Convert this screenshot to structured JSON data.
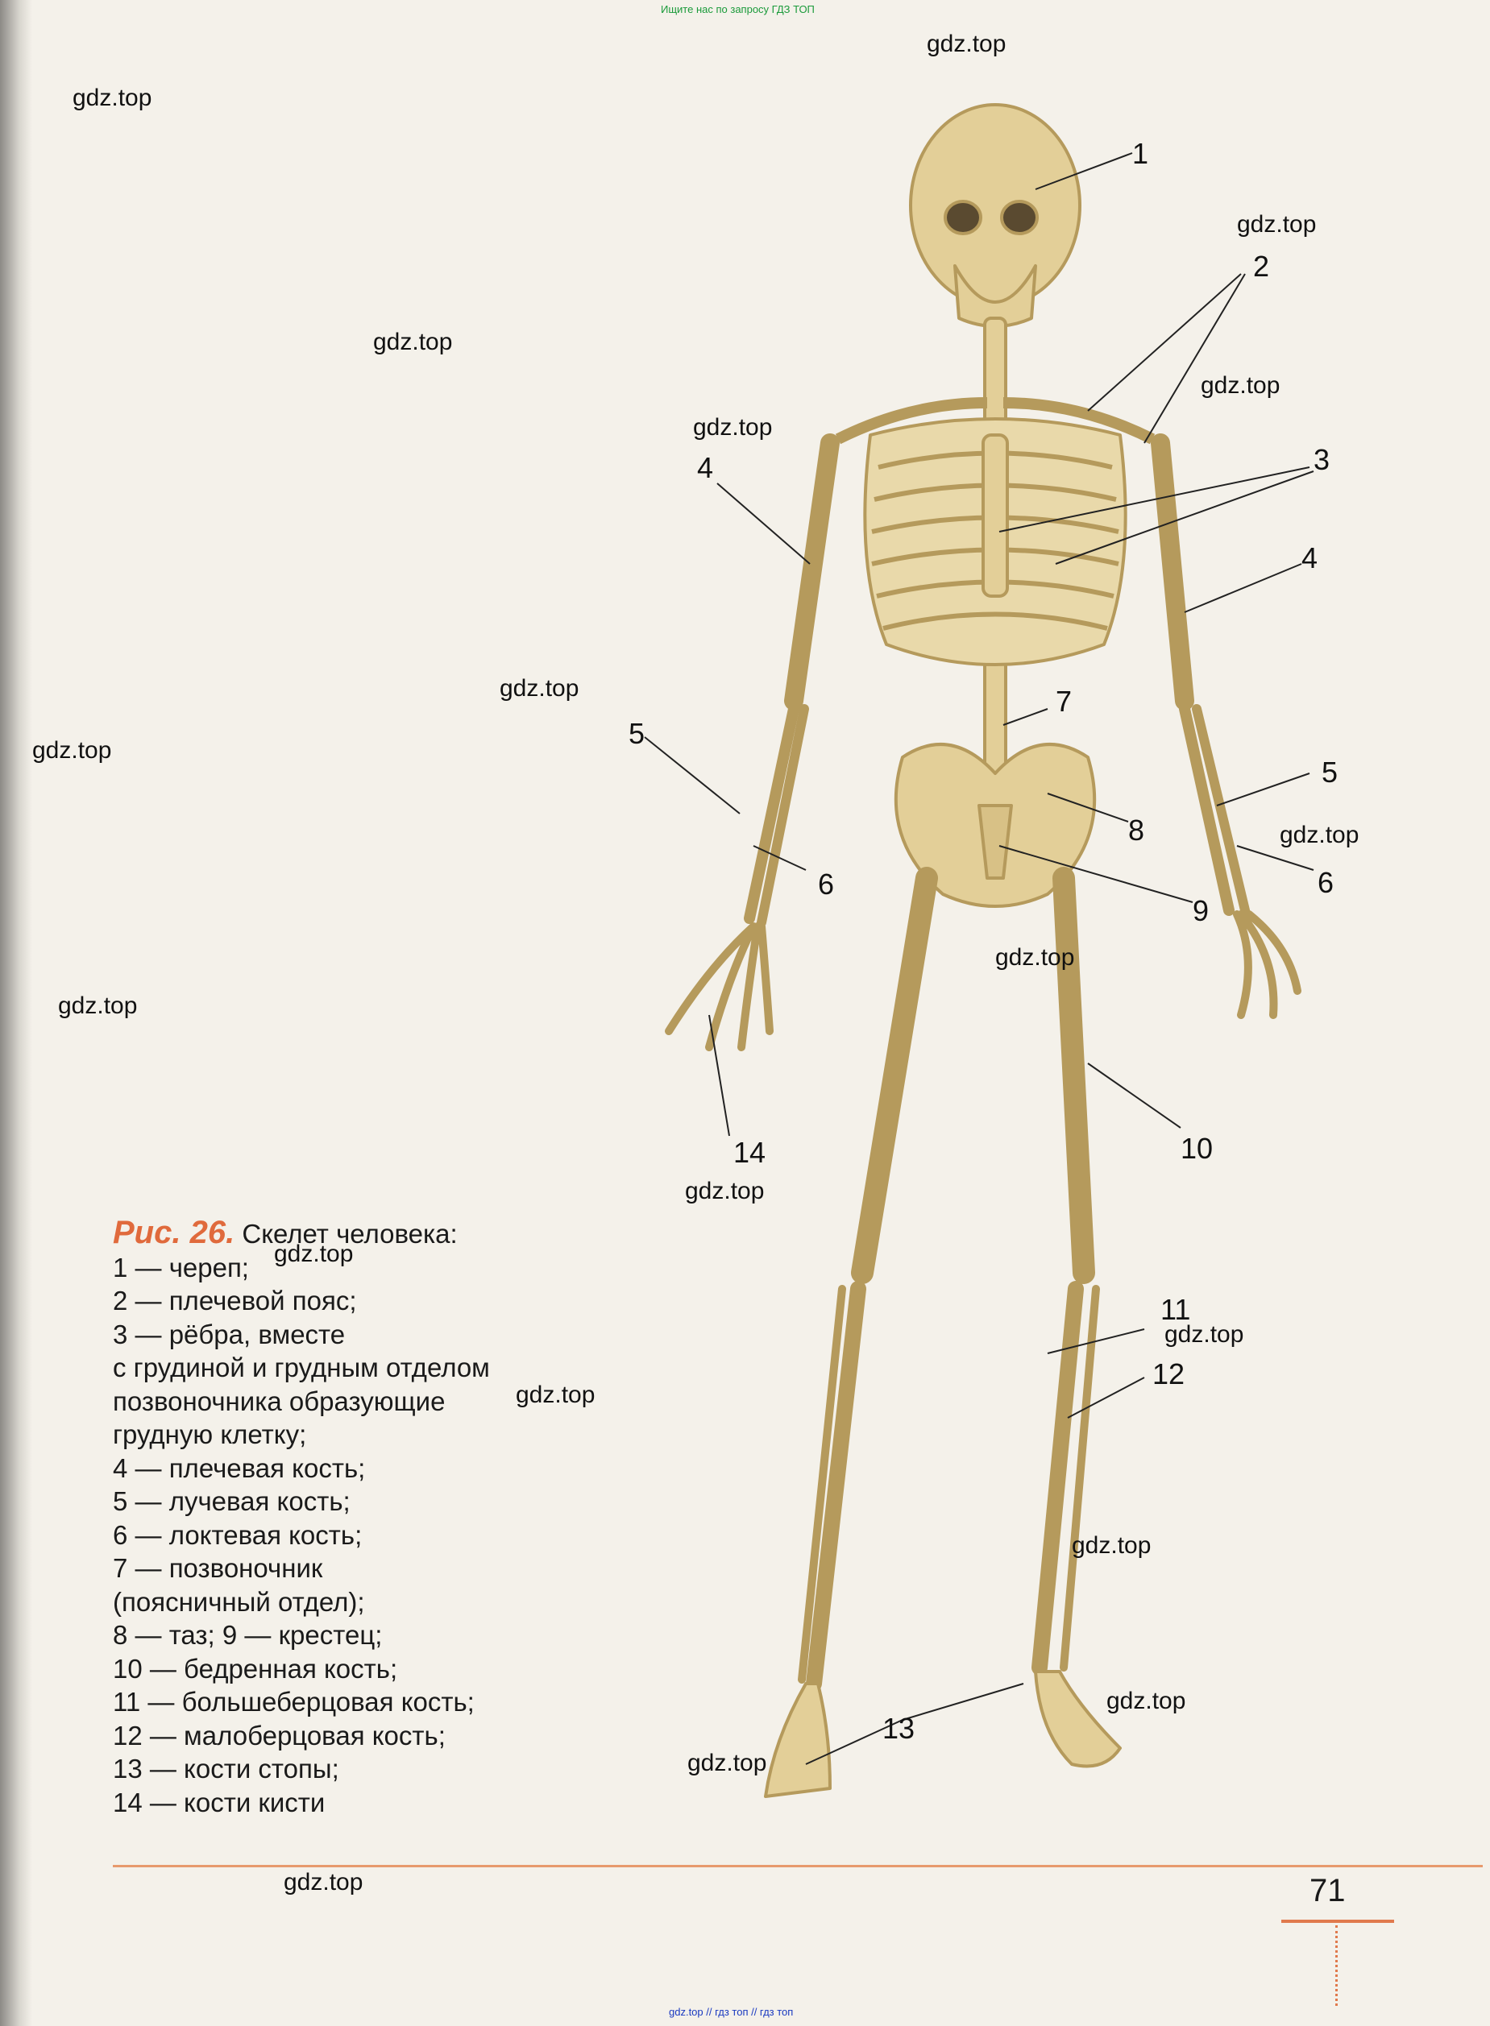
{
  "header_note": "Ищите нас по запросу ГДЗ ТОП",
  "footer_note": "gdz.top // гдз топ // гдз топ",
  "watermarks": [
    "gdz.top",
    "gdz.top",
    "gdz.top",
    "gdz.top",
    "gdz.top",
    "gdz.top",
    "gdz.top",
    "gdz.top",
    "gdz.top",
    "gdz.top",
    "gdz.top",
    "gdz.top",
    "gdz.top",
    "gdz.top",
    "gdz.top",
    "gdz.top",
    "gdz.top",
    "gdz.top",
    "gdz.top"
  ],
  "labels": [
    "1",
    "2",
    "3",
    "4",
    "4",
    "5",
    "5",
    "6",
    "6",
    "7",
    "8",
    "9",
    "10",
    "11",
    "12",
    "13",
    "14"
  ],
  "caption": {
    "figure": "Рис. 26.",
    "title": "Скелет человека:",
    "lines": [
      "1 — череп;",
      "2 — плечевой пояс;",
      "3 — рёбра, вместе",
      "с грудиной и грудным отделом",
      "позвоночника образующие",
      "грудную клетку;",
      "4 — плечевая кость;",
      "5 — лучевая кость;",
      "6 — локтевая кость;",
      "7 — позвоночник",
      "(поясничный отдел);",
      "8 — таз; 9 — крестец;",
      "10 — бедренная кость;",
      "11 — большеберцовая кость;",
      "12 — малоберцовая кость;",
      "13 — кости стопы;",
      "14 — кости кисти"
    ]
  },
  "page_number": "71",
  "colors": {
    "accent": "#e06a3c",
    "bone": "#e3cf98",
    "bone_shadow": "#b59a5c"
  }
}
